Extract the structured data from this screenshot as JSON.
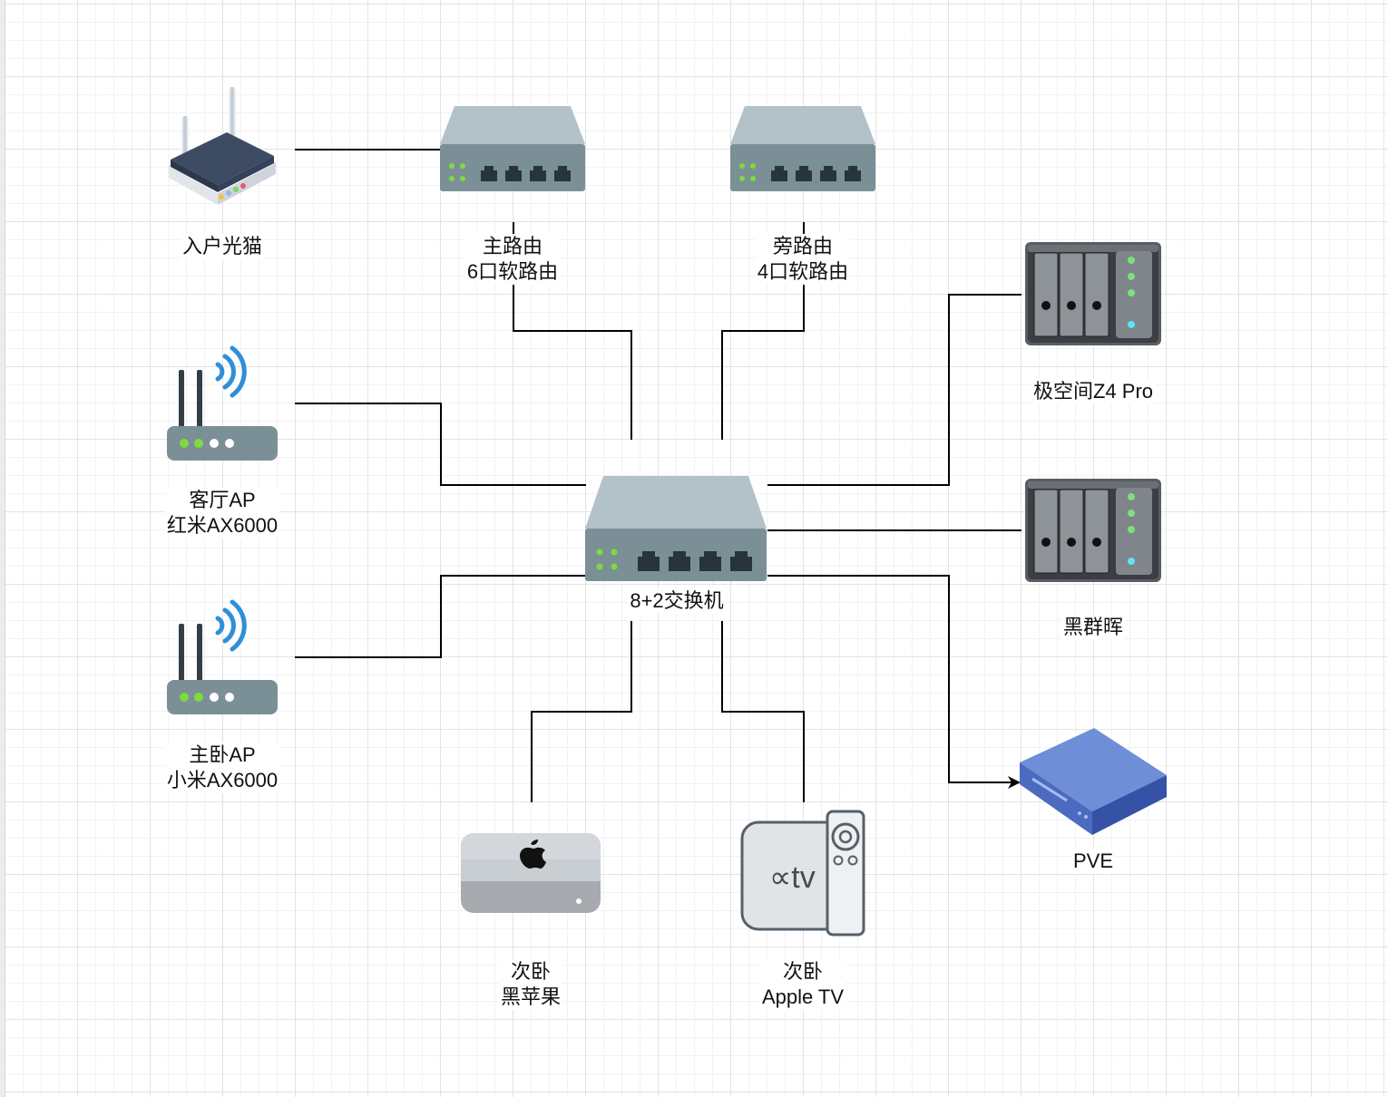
{
  "diagram": {
    "title": "",
    "nodes": [
      {
        "id": "modem",
        "icon": "router-icon",
        "lines": [
          "入户光猫"
        ]
      },
      {
        "id": "main-router",
        "icon": "switch-icon",
        "lines": [
          "主路由",
          "6口软路由"
        ]
      },
      {
        "id": "side-router",
        "icon": "switch-icon",
        "lines": [
          "旁路由",
          "4口软路由"
        ]
      },
      {
        "id": "living-ap",
        "icon": "wifi-router-icon",
        "lines": [
          "客厅AP",
          "红米AX6000"
        ]
      },
      {
        "id": "bedroom-ap",
        "icon": "wifi-router-icon",
        "lines": [
          "主卧AP",
          "小米AX6000"
        ]
      },
      {
        "id": "core-switch",
        "icon": "switch-icon",
        "lines": [
          "8+2交换机"
        ]
      },
      {
        "id": "nas-z4",
        "icon": "nas-icon",
        "lines": [
          "极空间Z4 Pro"
        ]
      },
      {
        "id": "nas-synology",
        "icon": "nas-icon",
        "lines": [
          "黑群晖"
        ]
      },
      {
        "id": "pve",
        "icon": "server-box-icon",
        "lines": [
          "PVE"
        ]
      },
      {
        "id": "mac-mini",
        "icon": "mac-mini-icon",
        "lines": [
          "次卧",
          "黑苹果"
        ]
      },
      {
        "id": "apple-tv",
        "icon": "apple-tv-icon",
        "lines": [
          "次卧",
          "Apple TV"
        ]
      }
    ],
    "edges": [
      {
        "from": "modem",
        "to": "main-router",
        "arrow": false
      },
      {
        "from": "main-router",
        "to": "core-switch",
        "arrow": false
      },
      {
        "from": "side-router",
        "to": "core-switch",
        "arrow": false
      },
      {
        "from": "living-ap",
        "to": "core-switch",
        "arrow": false
      },
      {
        "from": "bedroom-ap",
        "to": "core-switch",
        "arrow": false
      },
      {
        "from": "core-switch",
        "to": "nas-z4",
        "arrow": false
      },
      {
        "from": "core-switch",
        "to": "nas-synology",
        "arrow": false
      },
      {
        "from": "core-switch",
        "to": "pve",
        "arrow": true
      },
      {
        "from": "core-switch",
        "to": "mac-mini",
        "arrow": false
      },
      {
        "from": "core-switch",
        "to": "apple-tv",
        "arrow": false
      }
    ],
    "colors": {
      "wire": "#000000",
      "switch_top": "#b3c2c8",
      "switch_front": "#7b8f97",
      "port": "#27343a",
      "led_green": "#7ddc3a",
      "nas_body": "#3b3e42",
      "nas_led_green": "#7de07d",
      "nas_led_blue": "#5fe3f5",
      "pve_blue": "#5676c9",
      "mac_body": "#c9ced3",
      "wifi_wave": "#2f8fd8",
      "router_dark": "#3d4b63"
    }
  }
}
